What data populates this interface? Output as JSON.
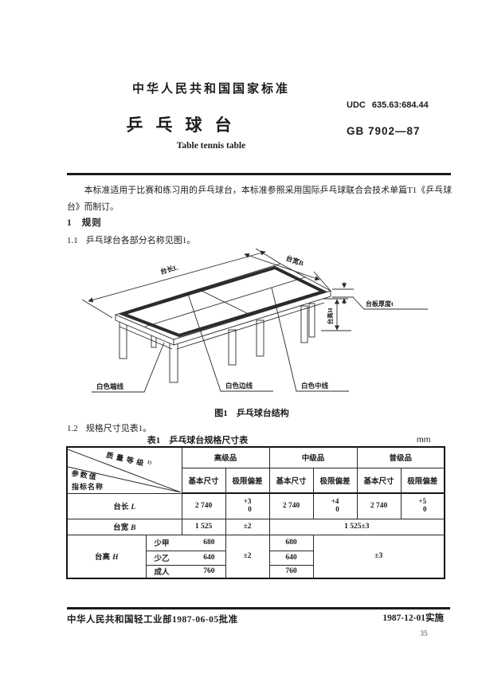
{
  "colors": {
    "paper": "#ffffff",
    "ink": "#1b1b1b"
  },
  "header": {
    "standard_org": "中华人民共和国国家标准",
    "udc_label": "UDC",
    "udc_number": "635.63:684.44",
    "title_cn": "乒乓球台",
    "standard_code": "GB 7902—87",
    "title_en": "Table tennis table"
  },
  "intro": "本标准适用于比赛和练习用的乒乓球台，本标准参照采用国际乒乓球联合会技术单篇T1《乒乓球台》而制订。",
  "section1": {
    "number": "1",
    "title": "规则"
  },
  "clause11": {
    "number": "1.1",
    "text": "乒乓球台各部分名称见图1。"
  },
  "clause12": {
    "number": "1.2",
    "text": "规格尺寸见表1。"
  },
  "figure1": {
    "caption": "图1　乒乓球台结构",
    "labels": {
      "length": "台长L",
      "width": "台宽B",
      "thickness": "台板厚度t",
      "height": "台高H",
      "end_line": "白色端线",
      "side_line": "白色边线",
      "center_line": "白色中线"
    }
  },
  "table1": {
    "caption": "表1　乒乓球台规格尺寸表",
    "unit": "mm",
    "corner": {
      "top": "质量等级",
      "footnote": "1)",
      "middle": "参数值",
      "bottom": "指标名称"
    },
    "grades": [
      "高级品",
      "中级品",
      "普级品"
    ],
    "subheads": {
      "basic": "基本尺寸",
      "deviation": "极限偏差"
    },
    "rows": {
      "length": {
        "label": "台长",
        "symbol": "L",
        "high_basic": "2 740",
        "high_dev_top": "+3",
        "high_dev_bottom": "0",
        "mid_basic": "2 740",
        "mid_dev_top": "+4",
        "mid_dev_bottom": "0",
        "low_basic": "2 740",
        "low_dev_top": "+5",
        "low_dev_bottom": "0"
      },
      "width": {
        "label": "台宽",
        "symbol": "B",
        "high_basic": "1 525",
        "high_dev": "±2",
        "merged": "1 525±3"
      },
      "height": {
        "label": "台高",
        "symbol": "H",
        "high_dev": "±2",
        "merged_dev": "±3",
        "sub": [
          {
            "name": "少甲",
            "high_basic": "680",
            "mid_basic": "680"
          },
          {
            "name": "少乙",
            "high_basic": "640",
            "mid_basic": "640"
          },
          {
            "name": "成人",
            "high_basic": "760",
            "mid_basic": "760"
          }
        ]
      }
    }
  },
  "footer": {
    "approval": "中华人民共和国轻工业部1987-06-05批准",
    "implementation": "1987-12-01实施",
    "page_number": "35"
  }
}
